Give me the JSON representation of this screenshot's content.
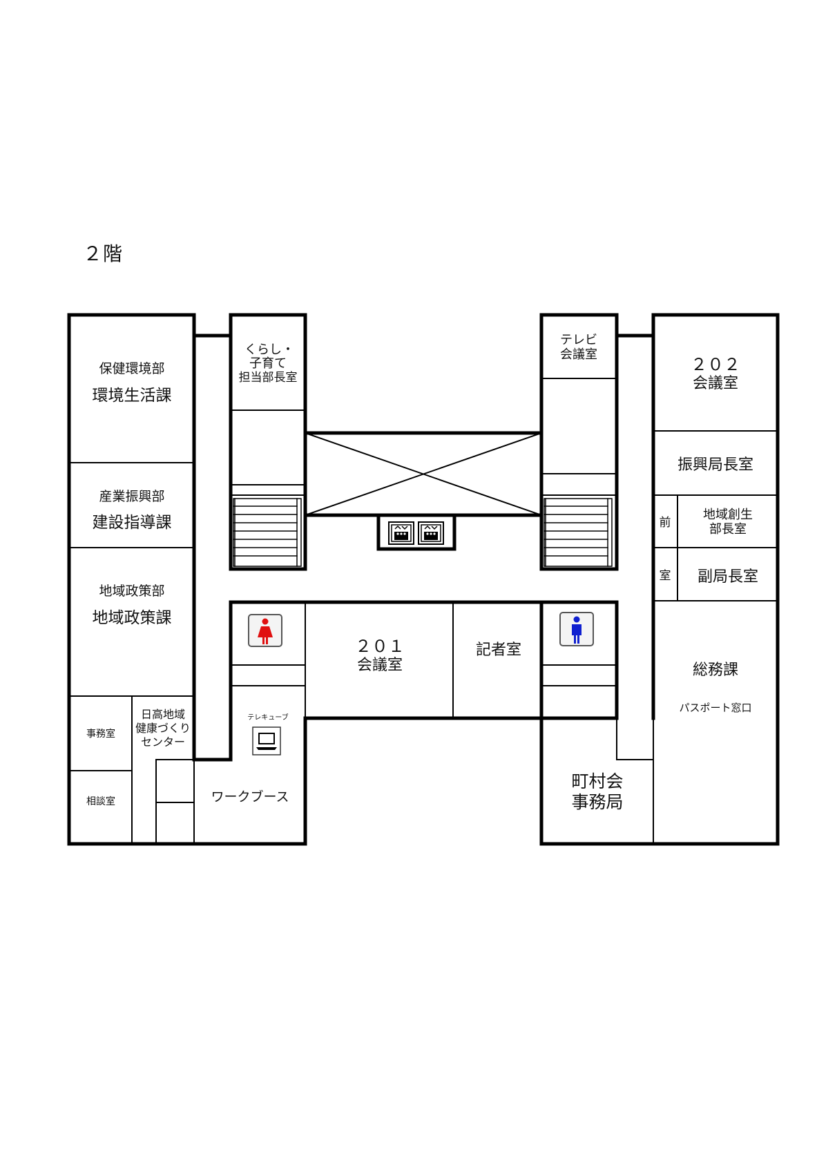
{
  "floor_title": "２階",
  "rooms": {
    "hoken_dept": "保健環境部",
    "kankyo_div": "環境生活課",
    "sangyo_dept": "産業振興部",
    "kensetsu_div": "建設指導課",
    "chiiki_dept": "地域政策部",
    "chiiki_div": "地域政策課",
    "jimushitsu": "事務室",
    "sodanshitsu": "相談室",
    "hidaka_1": "日高地域",
    "hidaka_2": "健康づくり",
    "hidaka_3": "センター",
    "kurashi_1": "くらし・",
    "kurashi_2": "子育て",
    "kurashi_3": "担当部長室",
    "tv_1": "テレビ",
    "tv_2": "会議室",
    "r202_num": "２０２",
    "r202_label": "会議室",
    "shinko": "振興局長室",
    "mae": "前",
    "shitsu": "室",
    "chiiki_sosei_1": "地域創生",
    "chiiki_sosei_2": "部長室",
    "fuku": "副局長室",
    "r201_num": "２０１",
    "r201_label": "会議室",
    "kisha": "記者室",
    "somu": "総務課",
    "passport": "パスポート窓口",
    "telecube": "テレキューブ",
    "workbooth": "ワークブース",
    "chouson_1": "町村会",
    "chouson_2": "事務局"
  },
  "icons": {
    "female_restroom": "female-restroom-icon",
    "male_restroom": "male-restroom-icon",
    "elevator": "elevator-icon",
    "laptop": "laptop-icon",
    "stairs": "stairs-icon",
    "void": "atrium-void-icon"
  },
  "colors": {
    "wall": "#000000",
    "female": "#e01010",
    "male": "#1020d0"
  }
}
